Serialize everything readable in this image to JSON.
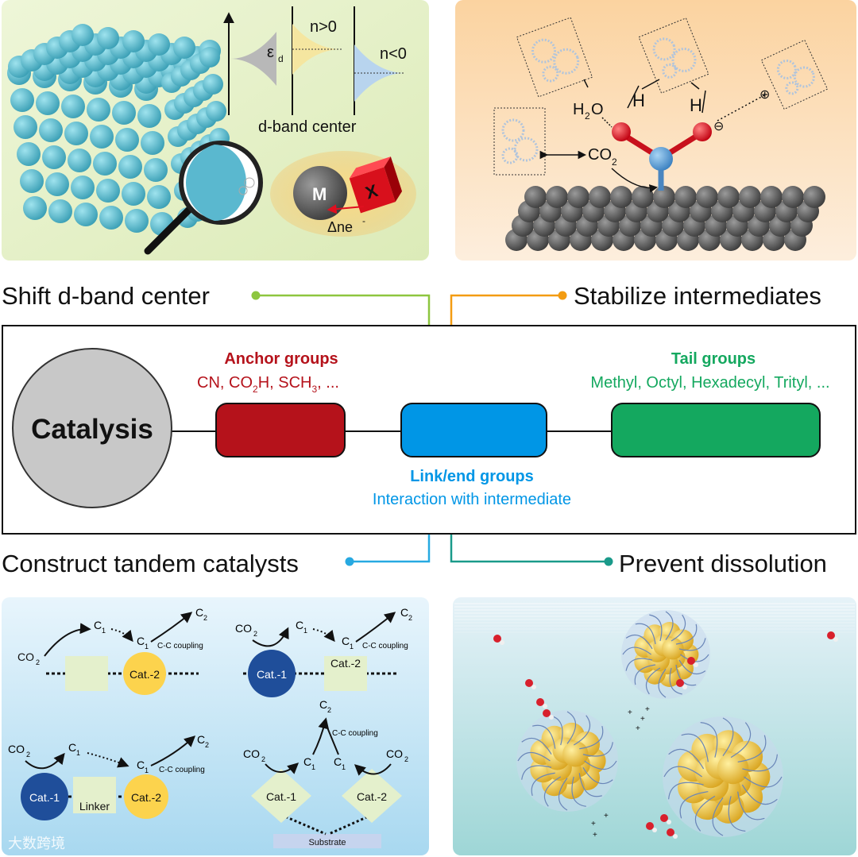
{
  "panel_top_left": {
    "axis_labels": {
      "ed": "ε",
      "ed_sub": "d",
      "n_pos": "n>0",
      "n_neg": "n<0",
      "axis_caption": "d-band center"
    },
    "metal_label": "M",
    "dopant_label": "X",
    "charge_label": "Δne",
    "charge_sup": "-"
  },
  "panel_top_right": {
    "h2o": "H",
    "h2o_sub": "2",
    "h2o_tail": "O",
    "co2": "CO",
    "co2_sub": "2",
    "h_left": "H",
    "h_right": "H",
    "minus": "⊖",
    "plus": "⊕"
  },
  "strategies": {
    "shift": "Shift d-band center",
    "stabilize": "Stabilize intermediates",
    "tandem": "Construct tandem catalysts",
    "dissolution": "Prevent dissolution"
  },
  "ligand": {
    "core": "Catalysis",
    "anchor_title": "Anchor groups",
    "anchor_a": "CN, CO",
    "anchor_a_sub": "2",
    "anchor_b": "H, SCH",
    "anchor_b_sub": "3",
    "anchor_c": ", ...",
    "link_title": "Link/end groups",
    "link_desc": "Interaction with intermediate",
    "tail_title": "Tail groups",
    "tail_desc": "Methyl, Octyl, Hexadecyl, Trityl, ..."
  },
  "tandem_panel": {
    "co2": "CO",
    "two": "2",
    "c": "C",
    "one": "1",
    "cc_coupling": "C-C coupling",
    "cat1": "Cat.-1",
    "cat2": "Cat.-2",
    "linker": "Linker",
    "substrate": "Substrate"
  },
  "watermark": "大数跨境",
  "colors": {
    "shift": "#8dc63f",
    "stabilize": "#f39c12",
    "tandem": "#27a9e1",
    "dissolution": "#1a9a8a",
    "anchor": "#b5121b",
    "link": "#0096e6",
    "tail": "#14a85f",
    "core": "#c8c8c8"
  }
}
